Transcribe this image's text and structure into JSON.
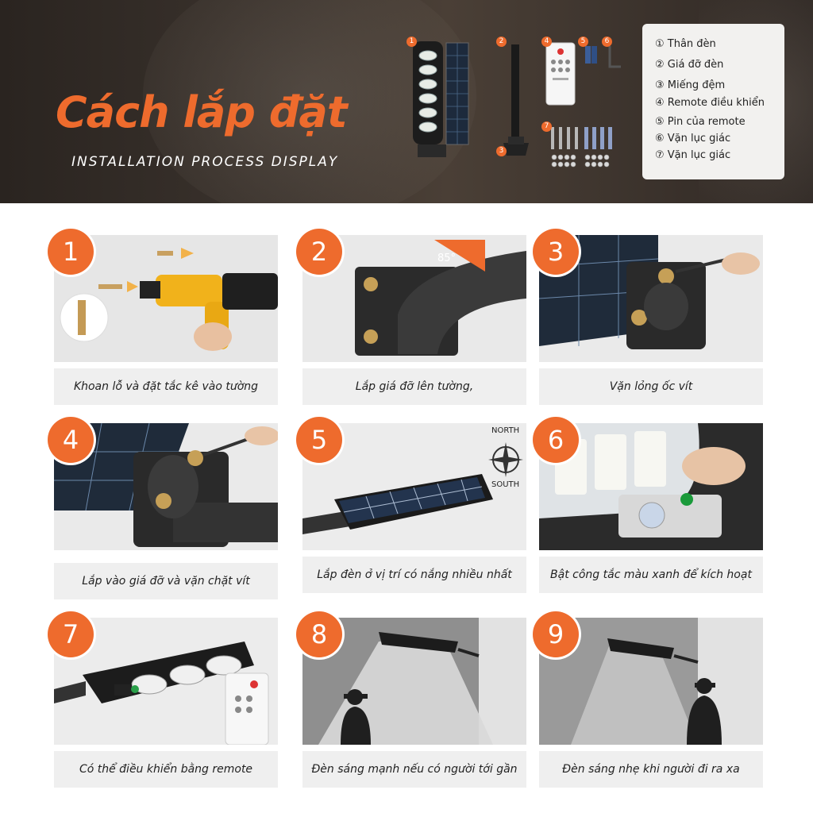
{
  "header": {
    "title": "Cách lắp đặt",
    "subtitle": "INSTALLATION PROCESS DISPLAY",
    "part_numbers": [
      "1",
      "2",
      "3",
      "4",
      "5",
      "6",
      "7"
    ]
  },
  "legend": {
    "items": [
      "① Thân đèn",
      "② Giá đỡ đèn",
      "③ Miếng đệm",
      "④ Remote điều khiển",
      "⑤ Pin của remote",
      "⑥ Vặn lục giác",
      "⑦ Vặn lục giác"
    ]
  },
  "steps": [
    {
      "number": "1",
      "caption": "Khoan lỗ và đặt tắc kê vào tường"
    },
    {
      "number": "2",
      "caption": "Lắp giá đỡ lên tường,",
      "angle_label": "85°"
    },
    {
      "number": "3",
      "caption": "Vặn lỏng ốc vít"
    },
    {
      "number": "4",
      "caption": "Lắp vào giá đỡ và vặn chặt vít"
    },
    {
      "number": "5",
      "caption": "Lắp đèn ở vị trí có nắng nhiều nhất",
      "north_label": "NORTH",
      "south_label": "SOUTH"
    },
    {
      "number": "6",
      "caption": "Bật công tắc màu xanh để kích hoạt"
    },
    {
      "number": "7",
      "caption": "Có thể điều khiển bằng remote"
    },
    {
      "number": "8",
      "caption": "Đèn sáng mạnh nếu có người tới gần"
    },
    {
      "number": "9",
      "caption": "Đèn sáng nhẹ khi người đi ra xa"
    }
  ],
  "colors": {
    "accent": "#ee6b2d",
    "banner_bg": "#2f2824",
    "caption_bg": "#efefef"
  }
}
